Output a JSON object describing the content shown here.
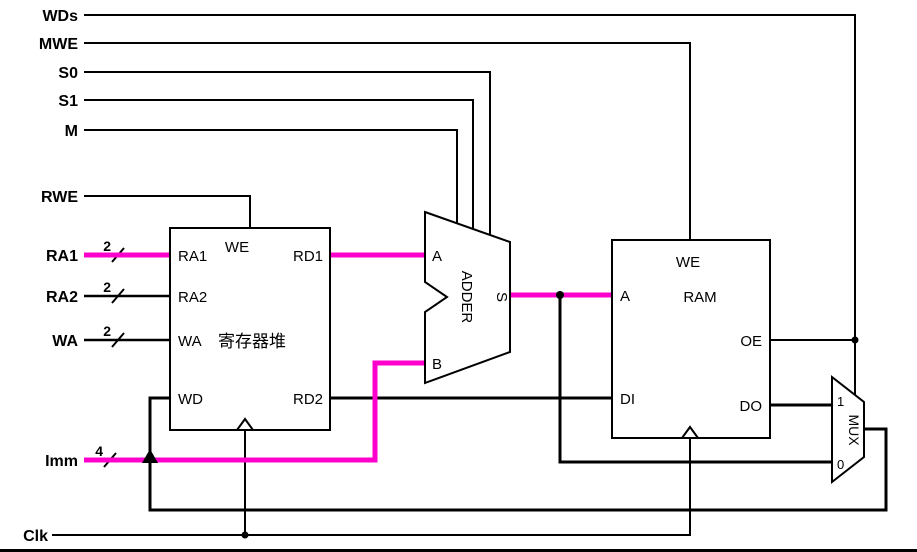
{
  "colors": {
    "wire": "#000000",
    "highlight": "#ff00cc",
    "box_fill": "#ffffff"
  },
  "signals": {
    "wds": "WDs",
    "mwe": "MWE",
    "s0": "S0",
    "s1": "S1",
    "m": "M",
    "rwe": "RWE",
    "ra1": "RA1",
    "ra2": "RA2",
    "wa": "WA",
    "imm": "Imm",
    "clk": "Clk"
  },
  "bus_widths": {
    "ra1": "2",
    "ra2": "2",
    "wa": "2",
    "imm": "4"
  },
  "register_file": {
    "title": "寄存器堆",
    "ports": {
      "we": "WE",
      "ra1": "RA1",
      "ra2": "RA2",
      "wa": "WA",
      "wd": "WD",
      "rd1": "RD1",
      "rd2": "RD2"
    }
  },
  "adder": {
    "title": "ADDER",
    "ports": {
      "a": "A",
      "b": "B",
      "s": "S"
    }
  },
  "ram": {
    "title": "RAM",
    "ports": {
      "we": "WE",
      "a": "A",
      "di": "DI",
      "oe": "OE",
      "do": "DO"
    }
  },
  "mux": {
    "title": "MUX",
    "ports": {
      "in1": "1",
      "in0": "0"
    }
  }
}
